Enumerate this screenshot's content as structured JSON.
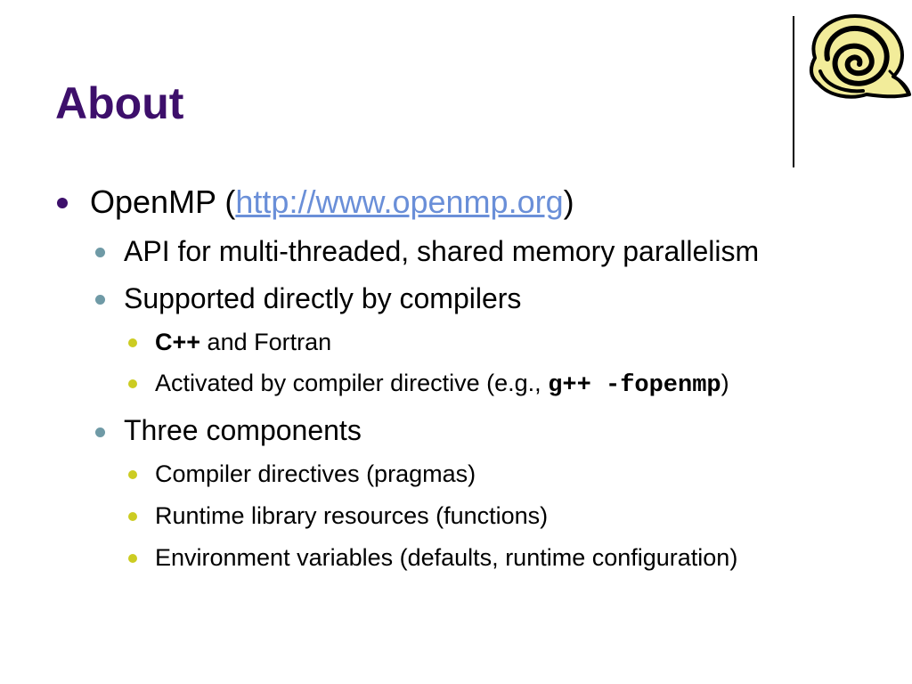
{
  "slide": {
    "title": "About",
    "logo_icon": "shell-scroll-icon",
    "colors": {
      "title": "#3d0f6b",
      "level1_bullet": "#3d0f6b",
      "level2_bullet": "#6f9aa6",
      "level3_bullet": "#cccc22",
      "link": "#6a8fd8"
    },
    "items": {
      "openmp": {
        "prefix": "OpenMP (",
        "link": "http://www.openmp.org",
        "suffix": ")"
      },
      "api": "API for multi-threaded, shared memory parallelism",
      "supported": "Supported directly by compilers",
      "cpp": {
        "bold": "C++",
        "rest": " and Fortran"
      },
      "activated": {
        "prefix": "Activated by compiler directive (e.g., ",
        "code": "g++ -fopenmp",
        "suffix": ")"
      },
      "three": "Three components",
      "directives": "Compiler directives (pragmas)",
      "runtime": "Runtime library resources (functions)",
      "environment": "Environment variables (defaults, runtime configuration)"
    }
  }
}
